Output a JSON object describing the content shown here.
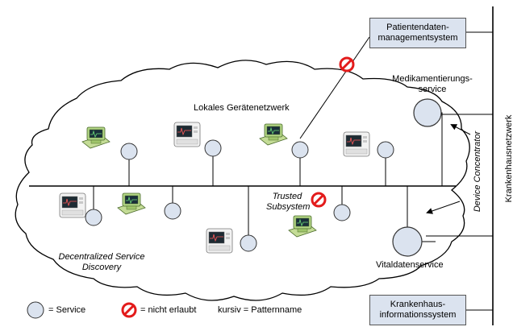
{
  "clouds": {
    "local_network_label": "Lokales Gerätenetzwerk"
  },
  "systems": {
    "patient_data": [
      "Patientendaten-",
      "managementsystem"
    ],
    "hospital_info": [
      "Krankenhaus-",
      "informationssystem"
    ]
  },
  "services": {
    "medication": [
      "Medikamentierungs-",
      "service"
    ],
    "vital_data": "Vitaldatenservice"
  },
  "patterns": {
    "trusted_subsystem": [
      "Trusted",
      "Subsystem"
    ],
    "device_concentrator": "Device Concentrator",
    "decentralized_discovery": [
      "Decentralized Service",
      "Discovery"
    ]
  },
  "hospital_network_label": "Krankenhausnetzwerk",
  "legend": {
    "service": "= Service",
    "not_allowed": "= nicht erlaubt",
    "pattern_name": "kursiv = Patternname"
  },
  "colors": {
    "box_fill": "#dbe3ef",
    "service_fill": "#dbe3ef",
    "forbidden": "#e31b1b",
    "device_green": "#b6d98a",
    "device_gray": "#e8e8e8"
  },
  "icons": {
    "service": "service-circle-icon",
    "not_allowed": "prohibited-icon",
    "devices": [
      "medical-monitor-icon",
      "ecg-monitor-icon"
    ]
  }
}
